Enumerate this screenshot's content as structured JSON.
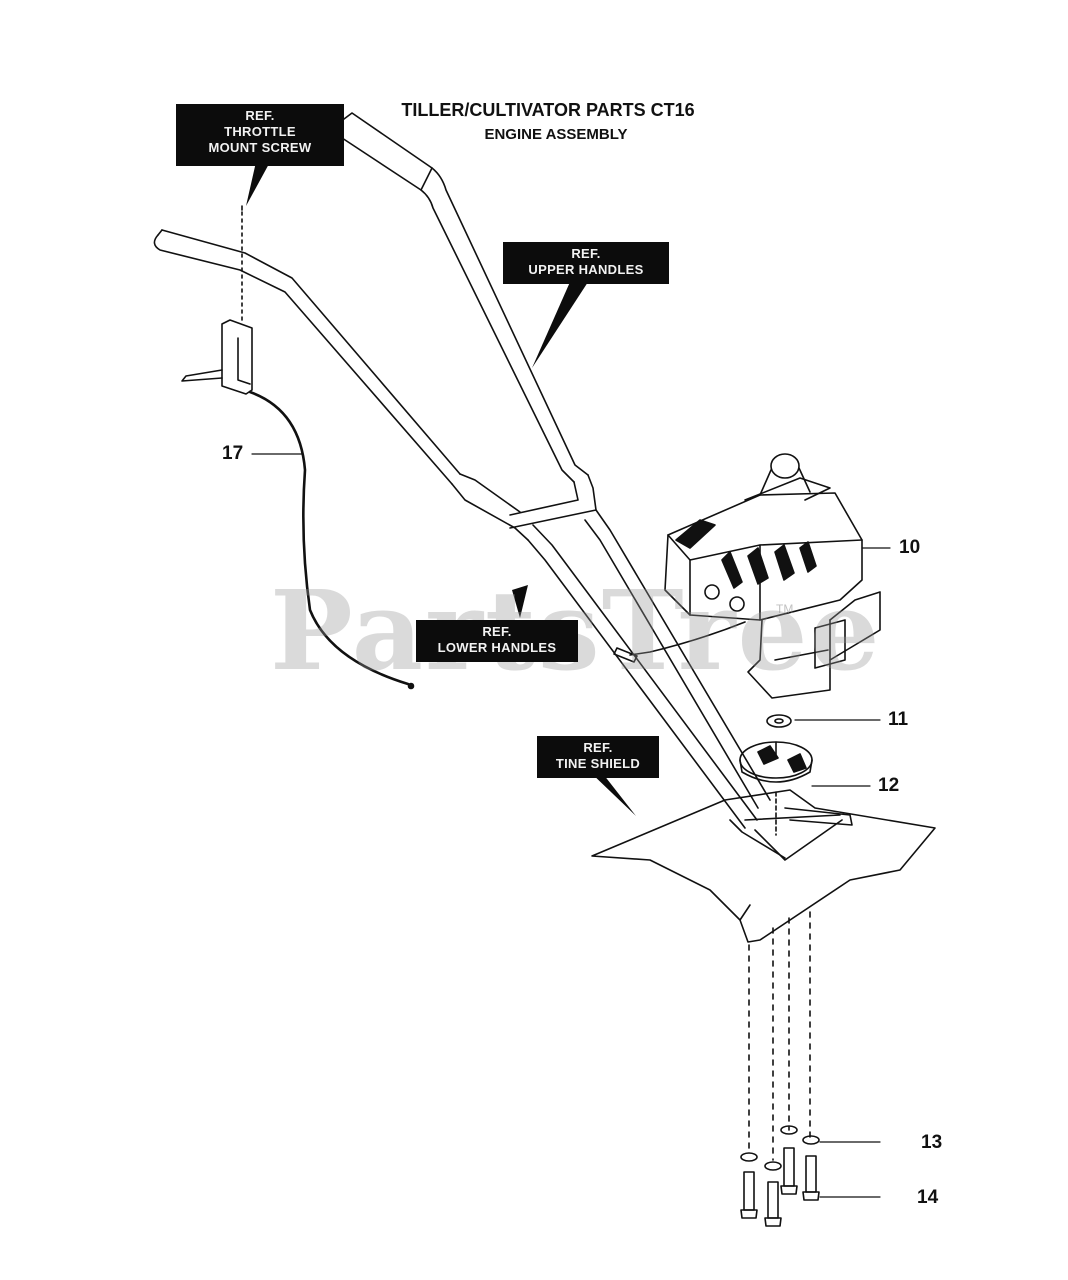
{
  "header": {
    "title": "TILLER/CULTIVATOR PARTS CT16",
    "subtitle": "ENGINE ASSEMBLY"
  },
  "watermark": {
    "text": "PartsTree",
    "mark": "TM"
  },
  "callouts": {
    "throttle": {
      "line1": "REF.",
      "line2": "THROTTLE",
      "line3": "MOUNT SCREW"
    },
    "upper_handles": {
      "line1": "REF.",
      "line2": "UPPER HANDLES"
    },
    "lower_handles": {
      "line1": "REF.",
      "line2": "LOWER HANDLES"
    },
    "tine_shield": {
      "line1": "REF.",
      "line2": "TINE SHIELD"
    }
  },
  "part_numbers": {
    "p10": "10",
    "p11": "11",
    "p12": "12",
    "p13": "13",
    "p14": "14",
    "p17": "17"
  }
}
